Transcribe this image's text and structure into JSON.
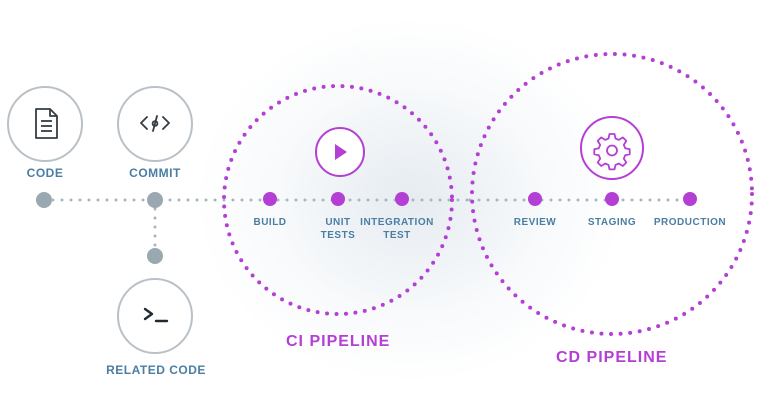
{
  "nodes": {
    "code": "CODE",
    "commit": "COMMIT",
    "related_code": "RELATED CODE"
  },
  "ci": {
    "title": "CI PIPELINE",
    "stages": {
      "build": "BUILD",
      "unit_tests": "UNIT\nTESTS",
      "integration_test": "INTEGRATION\nTEST"
    }
  },
  "cd": {
    "title": "CD PIPELINE",
    "stages": {
      "review": "REVIEW",
      "staging": "STAGING",
      "production": "PRODUCTION"
    }
  },
  "icons": {
    "code": "document-icon",
    "commit": "code-brackets-icon",
    "related_code": "terminal-prompt-icon",
    "ci": "play-icon",
    "cd": "gear-icon"
  },
  "colors": {
    "node_blue": "#4a7ea3",
    "dot_grey": "#9aa8b2",
    "purple": "#b43fd4",
    "circle_stroke": "#b9c1c7"
  }
}
